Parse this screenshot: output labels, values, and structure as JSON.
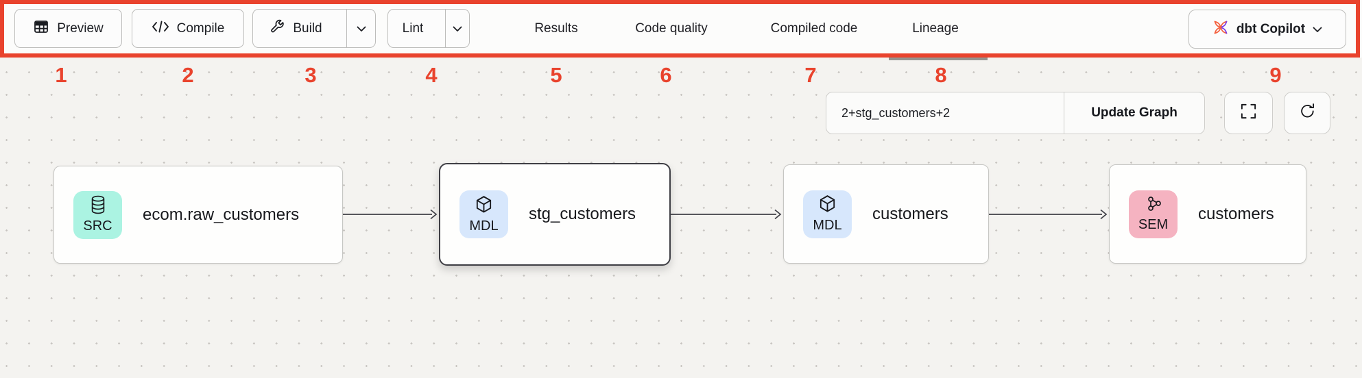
{
  "toolbar": {
    "preview": "Preview",
    "compile": "Compile",
    "build": "Build",
    "lint": "Lint",
    "tabs": {
      "results": "Results",
      "code_quality": "Code quality",
      "compiled_code": "Compiled code",
      "lineage": "Lineage"
    },
    "active_tab": "Lineage",
    "copilot": "dbt Copilot"
  },
  "annotation": {
    "color": "#E9432D",
    "numbers": [
      "1",
      "2",
      "3",
      "4",
      "5",
      "6",
      "7",
      "8",
      "9"
    ]
  },
  "lineage_panel": {
    "selector_value": "2+stg_customers+2",
    "update_button": "Update Graph",
    "nodes": [
      {
        "badge": "SRC",
        "title": "ecom.raw_customers",
        "type": "source",
        "badge_color": "#ABF3E2",
        "selected": false
      },
      {
        "badge": "MDL",
        "title": "stg_customers",
        "type": "model",
        "badge_color": "#D7E7FC",
        "selected": true
      },
      {
        "badge": "MDL",
        "title": "customers",
        "type": "model",
        "badge_color": "#D7E7FC",
        "selected": false
      },
      {
        "badge": "SEM",
        "title": "customers",
        "type": "semantic_model",
        "badge_color": "#F5B3C1",
        "selected": false
      }
    ],
    "edges": [
      "ecom.raw_customers -> stg_customers",
      "stg_customers -> customers",
      "customers -> customers (SEM)"
    ]
  },
  "colors": {
    "annotation_red": "#E9432D",
    "dbt_orange": "#F4603E",
    "dbt_purple": "#7A3CE8",
    "canvas_bg": "#F4F3F0"
  }
}
